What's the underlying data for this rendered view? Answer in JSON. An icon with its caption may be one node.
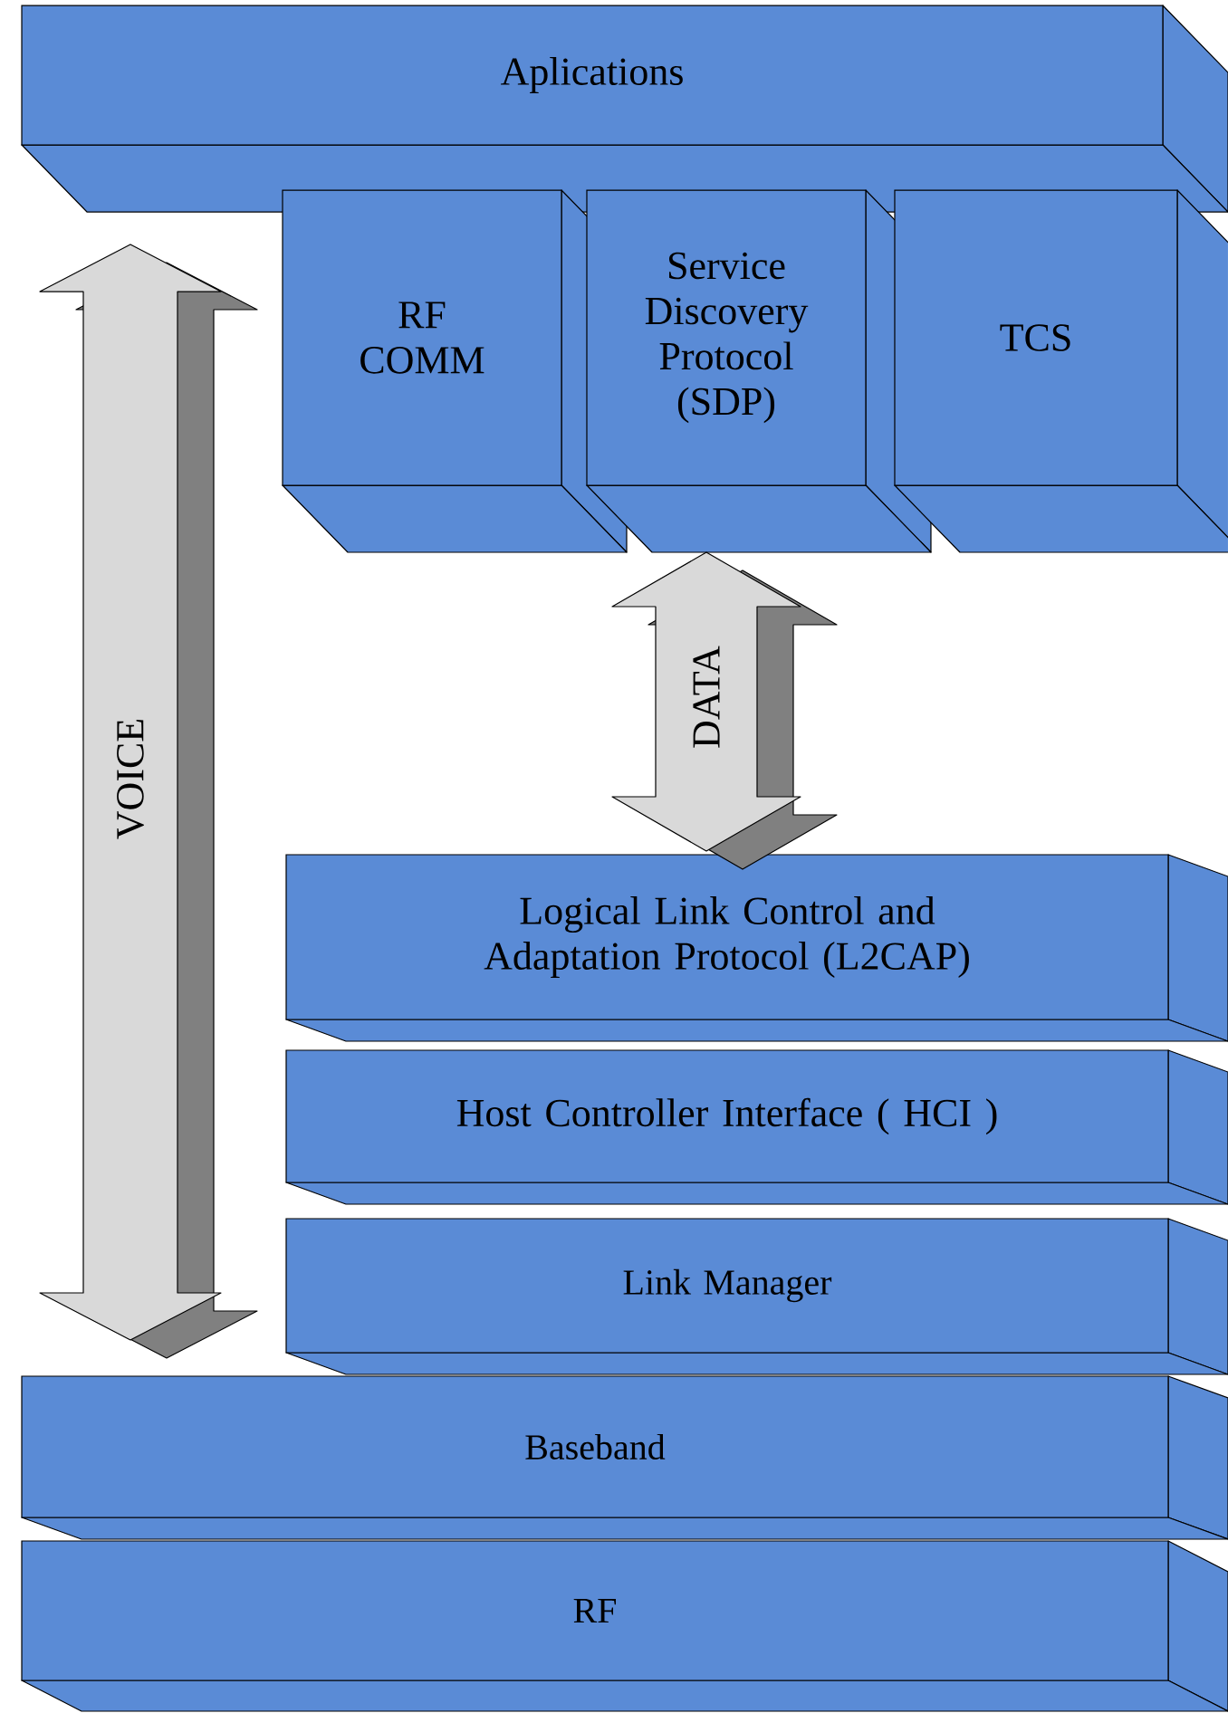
{
  "diagram": {
    "nodes": [
      {
        "text": [
          "Aplications"
        ]
      },
      {
        "text": [
          "RF COMM"
        ]
      },
      {
        "text": [
          "Service Discovery Protocol (SDP)"
        ]
      },
      {
        "text": [
          "TCS"
        ]
      },
      {
        "text": [
          "Logical Link Control and Adaptation Protocol (L2CAP)"
        ]
      },
      {
        "text": [
          "Host Controller Interface ( HCI )"
        ]
      },
      {
        "text": [
          "Link Manager"
        ]
      },
      {
        "text": [
          "Baseband"
        ]
      },
      {
        "text": [
          "RF"
        ]
      }
    ],
    "edges": [
      {
        "from": 0,
        "to": 7,
        "arrow": "both",
        "label": "VOICE"
      },
      {
        "from": 2,
        "to": 4,
        "arrow": "both",
        "label": "DATA"
      }
    ]
  }
}
